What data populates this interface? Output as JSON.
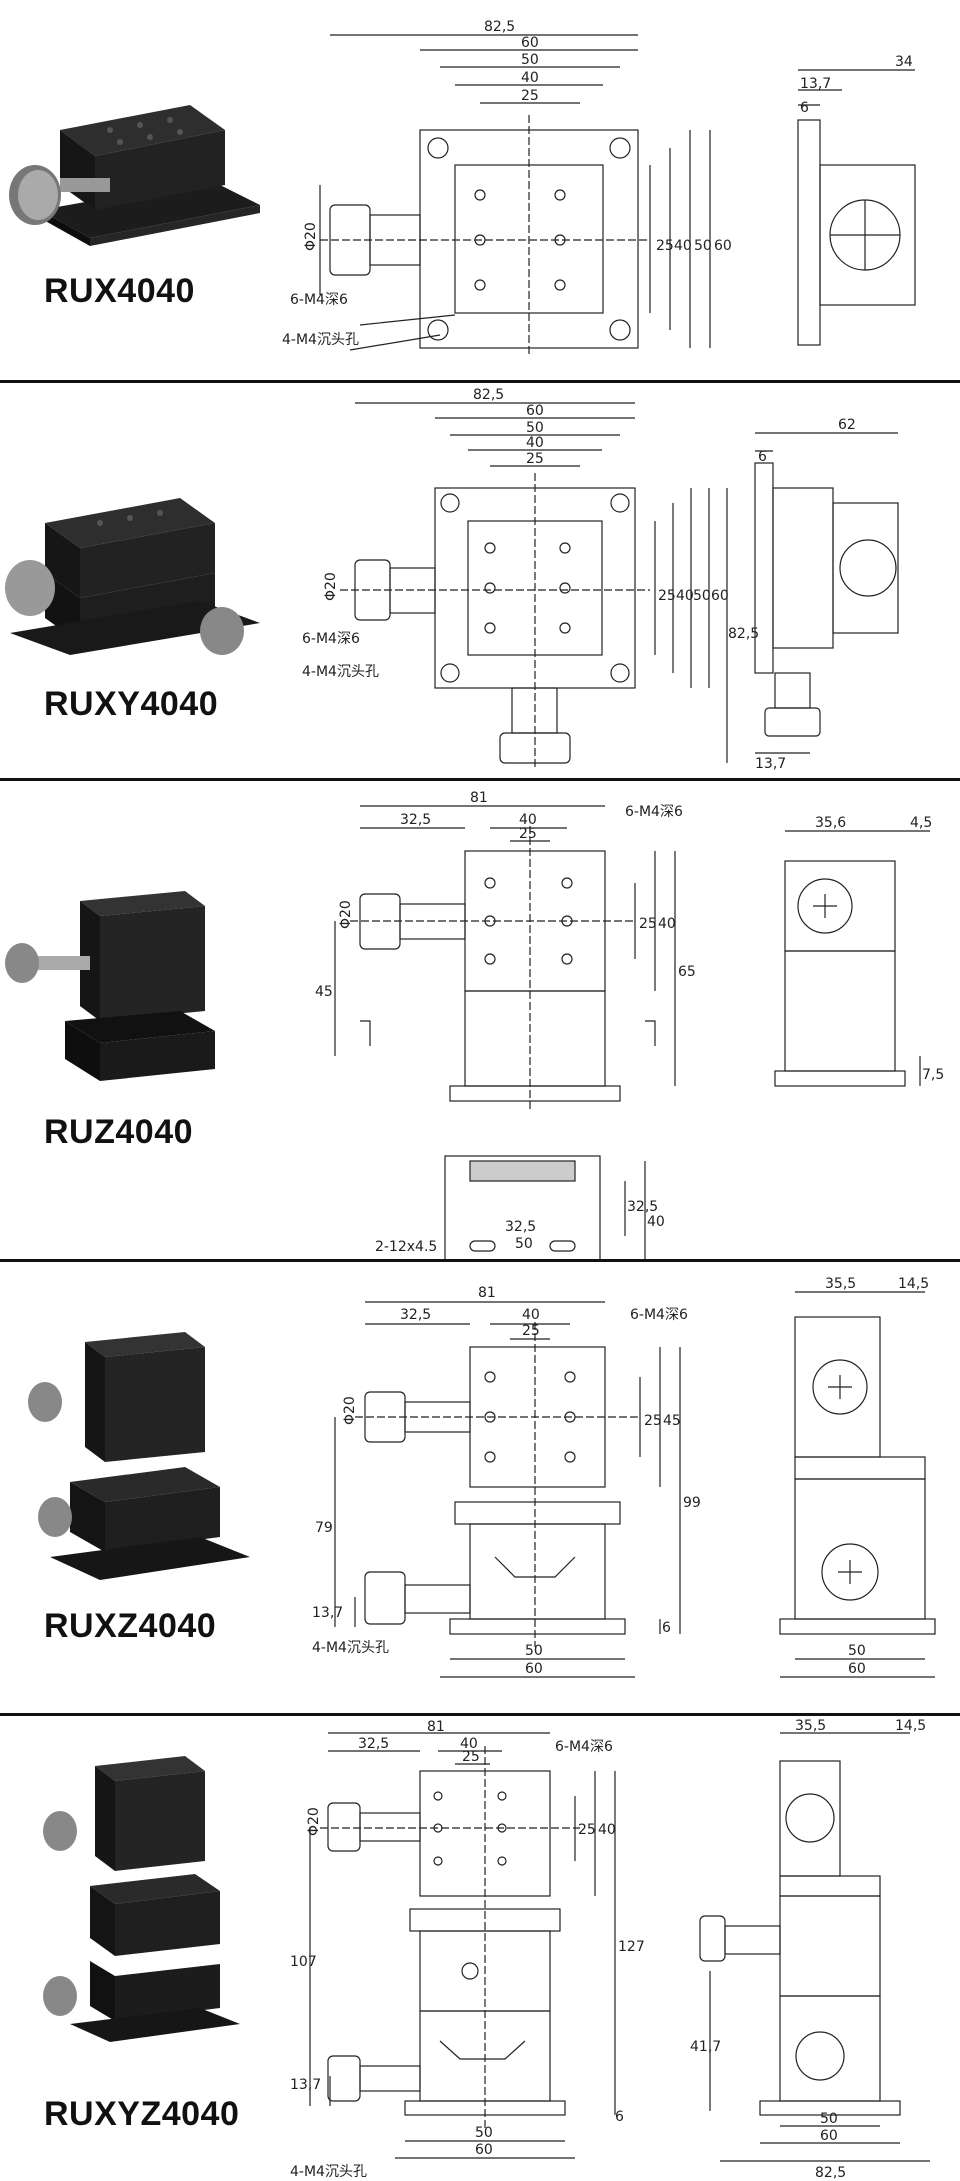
{
  "products": [
    {
      "model": "RUX4040",
      "top_view": {
        "width_total": "82,5",
        "w1": "60",
        "w2": "50",
        "w3": "40",
        "w4": "25",
        "knob": "Φ20",
        "holes": "6-M4深6",
        "mount": "4-M4沉头孔",
        "h1": "25",
        "h2": "40",
        "h3": "50",
        "h4": "60"
      },
      "side_view": {
        "width": "34",
        "w2": "13,7",
        "w3": "6"
      }
    },
    {
      "model": "RUXY4040",
      "top_view": {
        "width_total": "82,5",
        "w1": "60",
        "w2": "50",
        "w3": "40",
        "w4": "25",
        "knob": "Φ20",
        "holes": "6-M4深6",
        "mount": "4-M4沉头孔",
        "h1": "25",
        "h2": "40",
        "h3": "50",
        "h4": "60",
        "h5": "82,5"
      },
      "side_view": {
        "width": "62",
        "w2": "6",
        "bottom": "13,7"
      }
    },
    {
      "model": "RUZ4040",
      "front_view": {
        "width_total": "81",
        "w1": "32,5",
        "w2": "40",
        "w3": "25",
        "holes": "6-M4深6",
        "knob": "Φ20",
        "h1": "25",
        "h2": "40",
        "h3": "65",
        "h4": "45"
      },
      "bottom_view": {
        "h1": "32,5",
        "h2": "40",
        "slot": "2-12x4.5",
        "w1": "32,5",
        "w2": "50"
      },
      "side_view": {
        "w1": "35,6",
        "w2": "4,5",
        "h1": "7,5"
      }
    },
    {
      "model": "RUXZ4040",
      "front_view": {
        "width_total": "81",
        "w1": "32,5",
        "w2": "40",
        "w3": "25",
        "holes": "6-M4深6",
        "knob": "Φ20",
        "h1": "25",
        "h2": "45",
        "h3": "99",
        "h4": "79",
        "h5": "13,7",
        "h6": "6",
        "mount": "4-M4沉头孔",
        "b1": "50",
        "b2": "60"
      },
      "side_view": {
        "w1": "35,5",
        "w2": "14,5",
        "b1": "50",
        "b2": "60"
      }
    },
    {
      "model": "RUXYZ4040",
      "front_view": {
        "width_total": "81",
        "w1": "32,5",
        "w2": "40",
        "w3": "25",
        "holes": "6-M4深6",
        "knob": "Φ20",
        "h1": "25",
        "h2": "40",
        "h3": "127",
        "h4": "107",
        "h5": "13,7",
        "h6": "6",
        "mount": "4-M4沉头孔",
        "b1": "50",
        "b2": "60"
      },
      "side_view": {
        "w1": "35,5",
        "w2": "14,5",
        "h1": "41,7",
        "b1": "50",
        "b2": "60",
        "b3": "82,5"
      }
    }
  ]
}
